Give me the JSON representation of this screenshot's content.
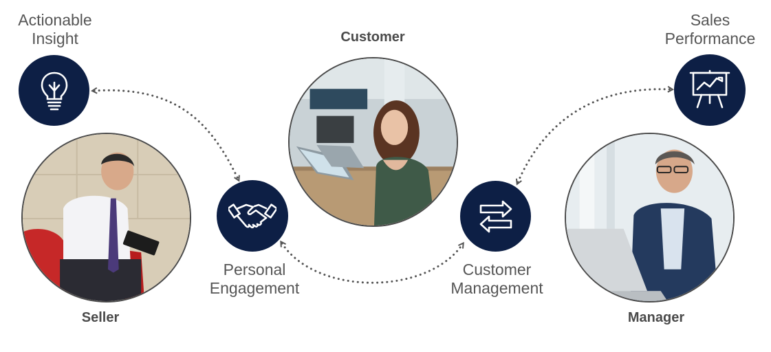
{
  "roles": {
    "customer": "Customer",
    "seller": "Seller",
    "manager": "Manager"
  },
  "concepts": {
    "actionable_insight": [
      "Actionable",
      "Insight"
    ],
    "sales_performance": [
      "Sales",
      "Performance"
    ],
    "personal_engagement": [
      "Personal",
      "Engagement"
    ],
    "customer_management": [
      "Customer",
      "Management"
    ]
  },
  "icons": {
    "actionable_insight": "lightbulb-icon",
    "sales_performance": "presentation-chart-icon",
    "personal_engagement": "handshake-icon",
    "customer_management": "swap-arrows-icon"
  },
  "colors": {
    "icon_circle": "#0d1f45",
    "label_text": "#555555",
    "role_text": "#4a4a4a",
    "arrow": "#555555"
  }
}
